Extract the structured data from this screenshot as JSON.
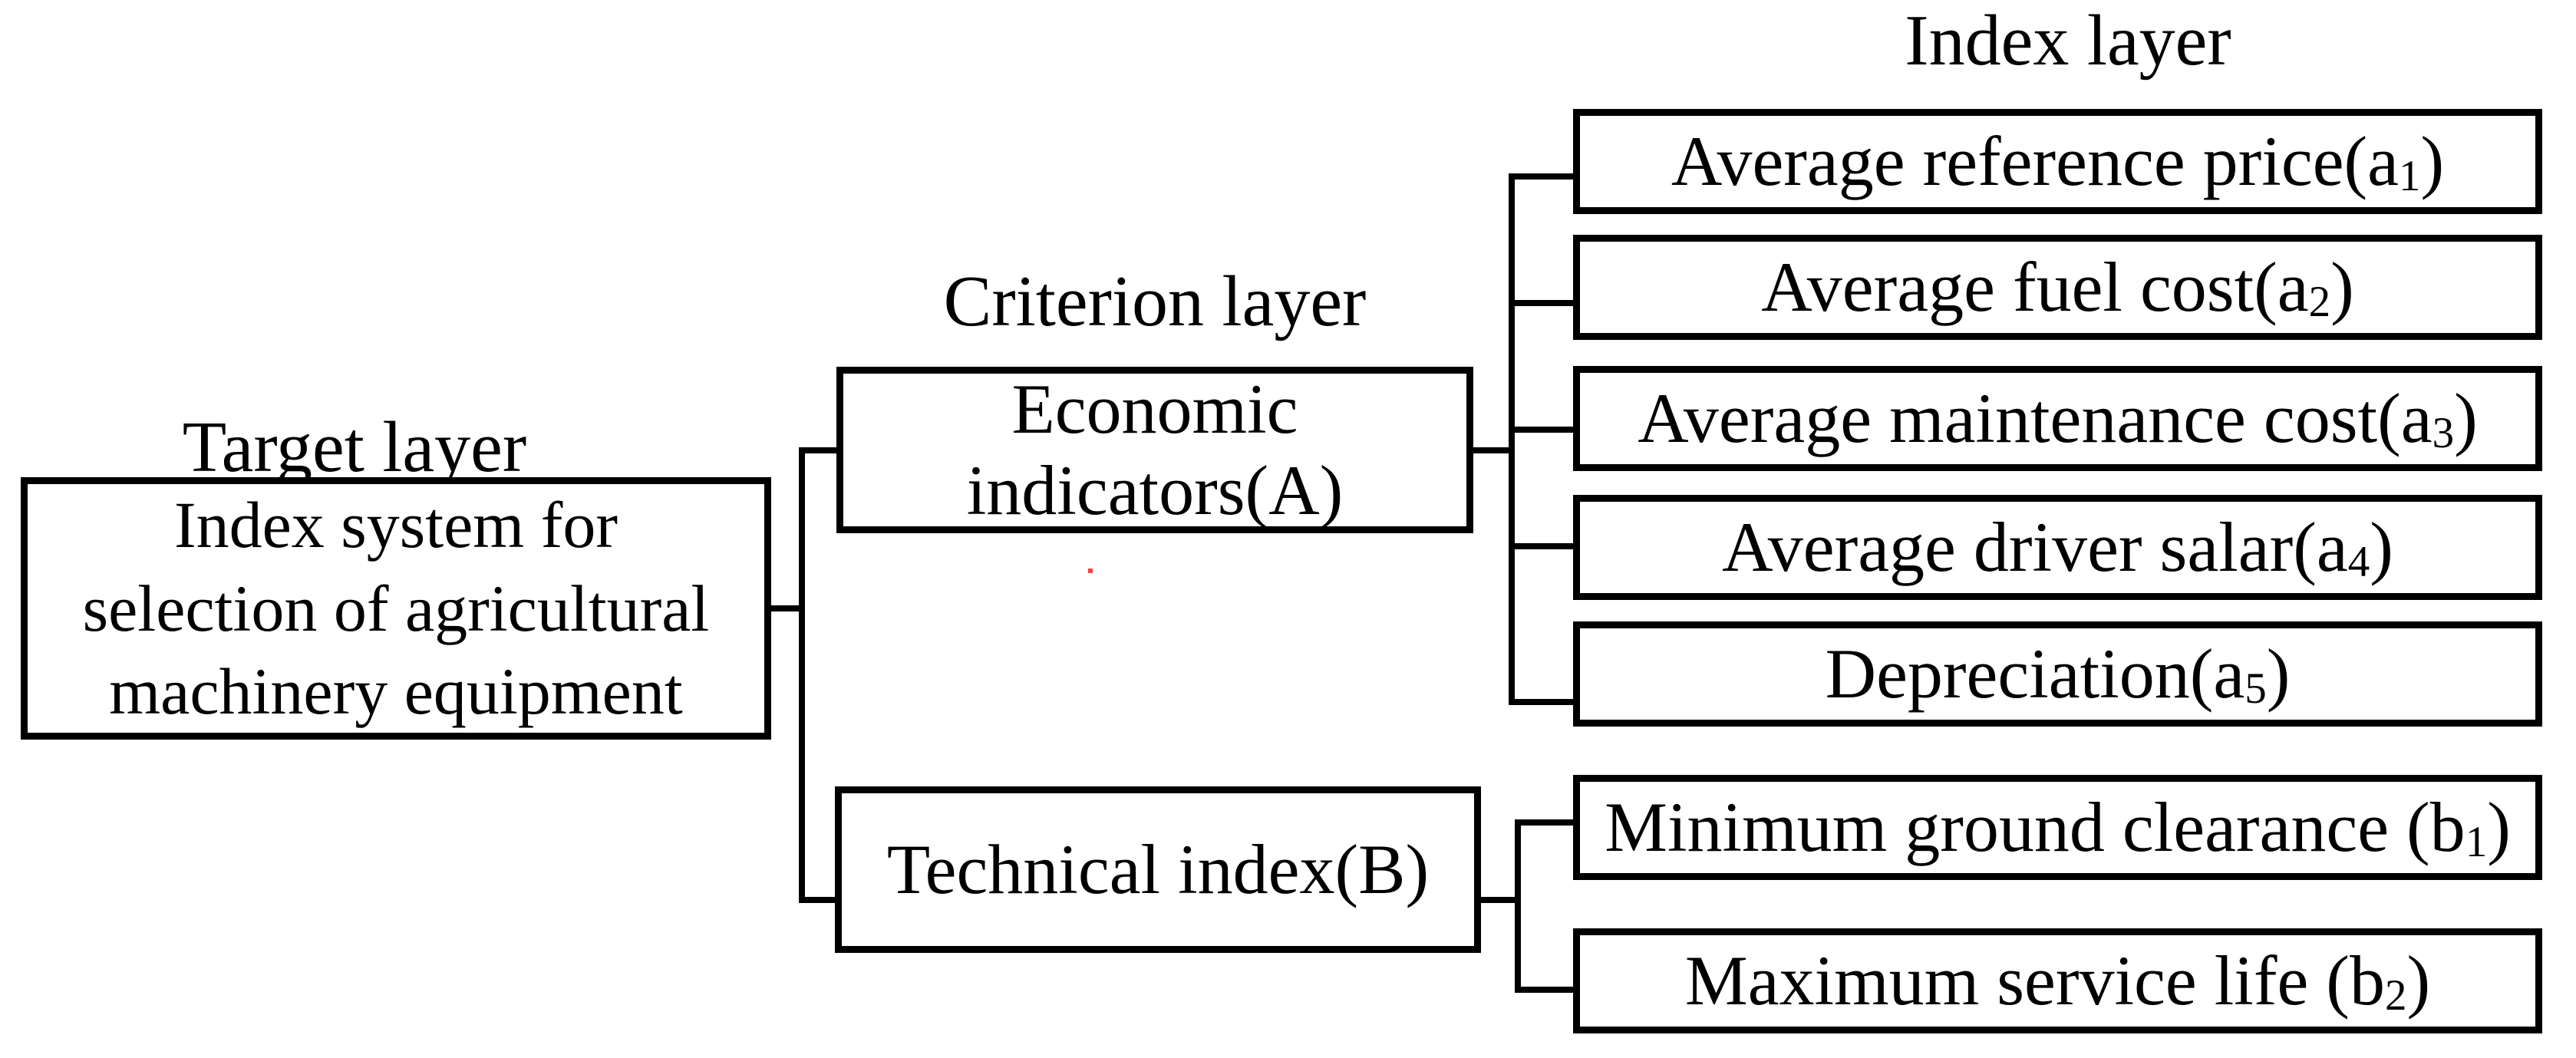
{
  "titles": {
    "target": "Target layer",
    "criterion": "Criterion layer",
    "index": "Index layer"
  },
  "target_layer": {
    "box": {
      "lines": [
        "Index system for",
        "selection of agricultural",
        "machinery equipment"
      ]
    }
  },
  "criterion_layer": {
    "boxes": [
      {
        "id": "A",
        "lines": [
          "Economic",
          "indicators(A)"
        ]
      },
      {
        "id": "B",
        "lines": [
          "Technical index(B)"
        ]
      }
    ]
  },
  "index_layer": {
    "boxes": [
      {
        "pre": "Average reference price(a",
        "sub": "1",
        "post": ")"
      },
      {
        "pre": "Average fuel cost(a",
        "sub": "2",
        "post": ")"
      },
      {
        "pre": "Average maintenance cost(a",
        "sub": "3",
        "post": ")"
      },
      {
        "pre": "Average driver salar(a",
        "sub": "4",
        "post": ")"
      },
      {
        "pre": "Depreciation(a",
        "sub": "5",
        "post": ")"
      },
      {
        "pre": "Minimum ground clearance (b",
        "sub": "1",
        "post": ")"
      },
      {
        "pre": "Maximum service life (b",
        "sub": "2",
        "post": ")"
      }
    ]
  },
  "colors": {
    "line": "#000000",
    "background": "#ffffff",
    "text": "#000000",
    "stray_dot": "#f84040"
  }
}
